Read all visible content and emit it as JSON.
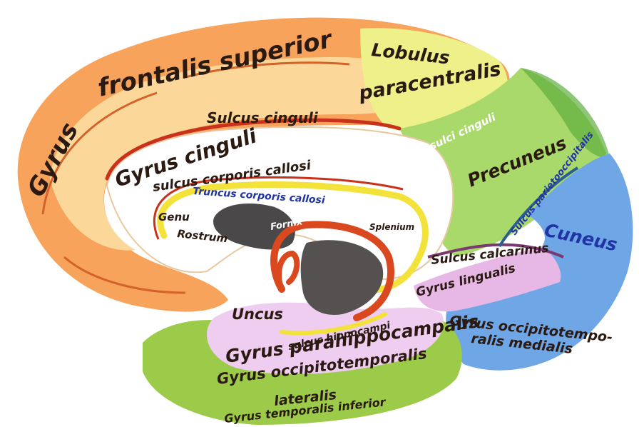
{
  "labels": {
    "gyrus": "Gyrus",
    "frontalis_superior": "frontalis superior",
    "lobulus": "Lobulus",
    "paracentralis": "paracentralis",
    "sulcus_cinguli_top": "Sulcus cinguli",
    "sulci_cinguli": "sulci cinguli",
    "gyrus_cinguli": "Gyrus cinguli",
    "sulcus_corporis_callosi": "sulcus corporis callosi",
    "truncus_corporis_callosi": "Truncus corporis callosi",
    "genu": "Genu",
    "rostrum": "Rostrum",
    "fornix": "Fornix",
    "splenium": "Splenium",
    "precuneus": "Precuneus",
    "sulcus_parietooccipitalis": "Sulcus parietooccipitalis",
    "cuneus": "Cuneus",
    "sulcus_calcarinus": "Sulcus calcarinus",
    "gyrus_lingualis": "Gyrus lingualis",
    "gyrus_occipitotemporalis_medialis_1": "Gyrus occipitotempo-",
    "gyrus_occipitotemporalis_medialis_2": "ralis medialis",
    "uncus": "Uncus",
    "sulcus_hippocampi": "sulcus hippocampi",
    "gyrus_parahippocampalis": "Gyrus parahippocampalis",
    "gyrus_occipitotemporalis_lateralis_1": "Gyrus occipitotemporalis",
    "gyrus_occipitotemporalis_lateralis_2": "lateralis",
    "gyrus_temporalis_inferior": "Gyrus temporalis inferior"
  },
  "colors": {
    "frontal": "#f7a35c",
    "frontal_light": "#fbd89a",
    "paracentral": "#eef08a",
    "precuneus": "#a9d96a",
    "precuneus_dark": "#5fae3f",
    "cuneus": "#6fa6e6",
    "lingual": "#e7b8e6",
    "occipitotemporal": "#9ccb4a",
    "parahippocampal": "#eecdf0",
    "cingulate": "#ffffff",
    "callosum_yellow": "#f3e23a",
    "fornix_red": "#d9481f",
    "thalamus_gray": "#4a4848",
    "sulcus_red": "#c8321c",
    "text_dark": "#2a1a12",
    "text_blue": "#2134a6"
  }
}
